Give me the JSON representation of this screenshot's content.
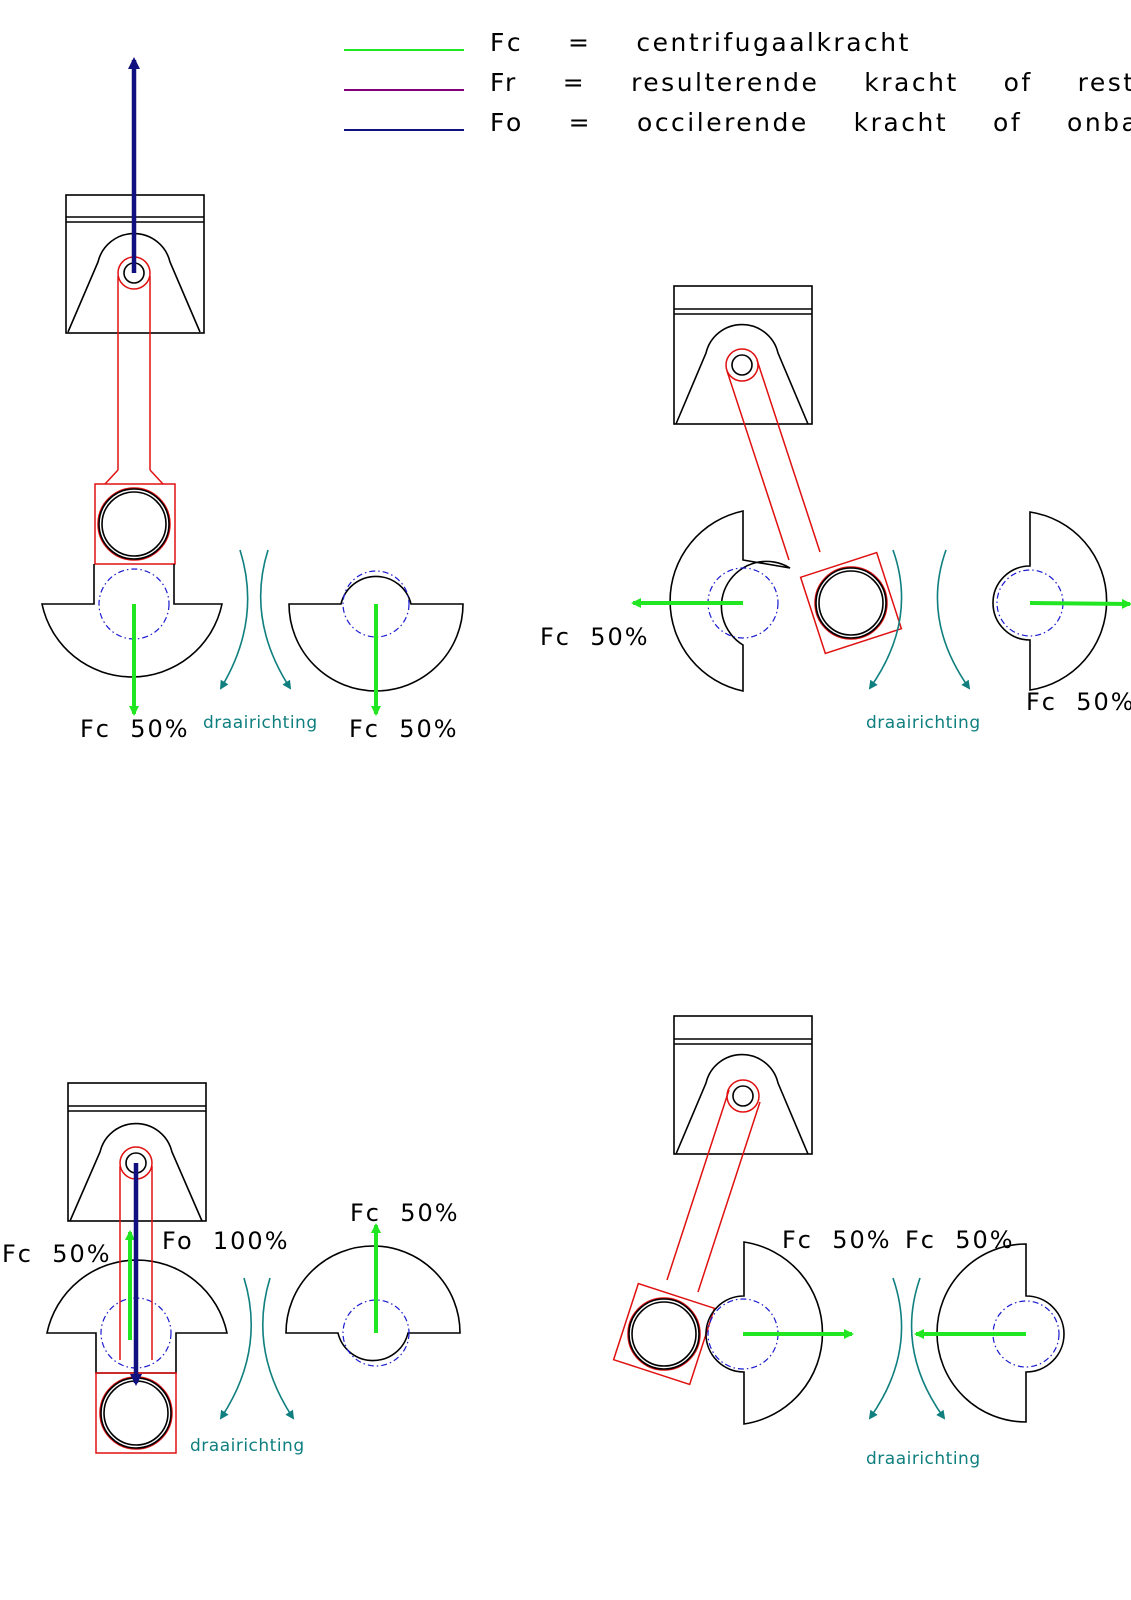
{
  "legend": [
    {
      "text": "Fc  =  centrifugaalkracht",
      "color": "#22e622"
    },
    {
      "text": "Fr  =  resulterende  kracht  of  restonbalans",
      "color": "#800080"
    },
    {
      "text": "Fo  =  occilerende  kracht  of  onbalans",
      "color": "#10107f"
    }
  ],
  "colors": {
    "fc_arrow": "#22e622",
    "fo_arrow": "#10107f",
    "conrod": "#e01010",
    "rotation": "#0f7f7f",
    "dashed_circle": "#1a1ad0"
  },
  "panels": {
    "top_left": {
      "fc_left": "Fc  50%",
      "rotation_label": "draairichting",
      "fc_right": "Fc  50%"
    },
    "top_right": {
      "fc_left": "Fc  50%",
      "rotation_label": "draairichting",
      "fc_right": "Fc  50%"
    },
    "bottom_left": {
      "fc_left": "Fc  50%",
      "fo_label": "Fo  100%",
      "fc_right": "Fc  50%",
      "rotation_label": "draairichting"
    },
    "bottom_right": {
      "fc_left": "Fc  50%",
      "fc_right": "Fc  50%",
      "rotation_label": "draairichting"
    }
  }
}
